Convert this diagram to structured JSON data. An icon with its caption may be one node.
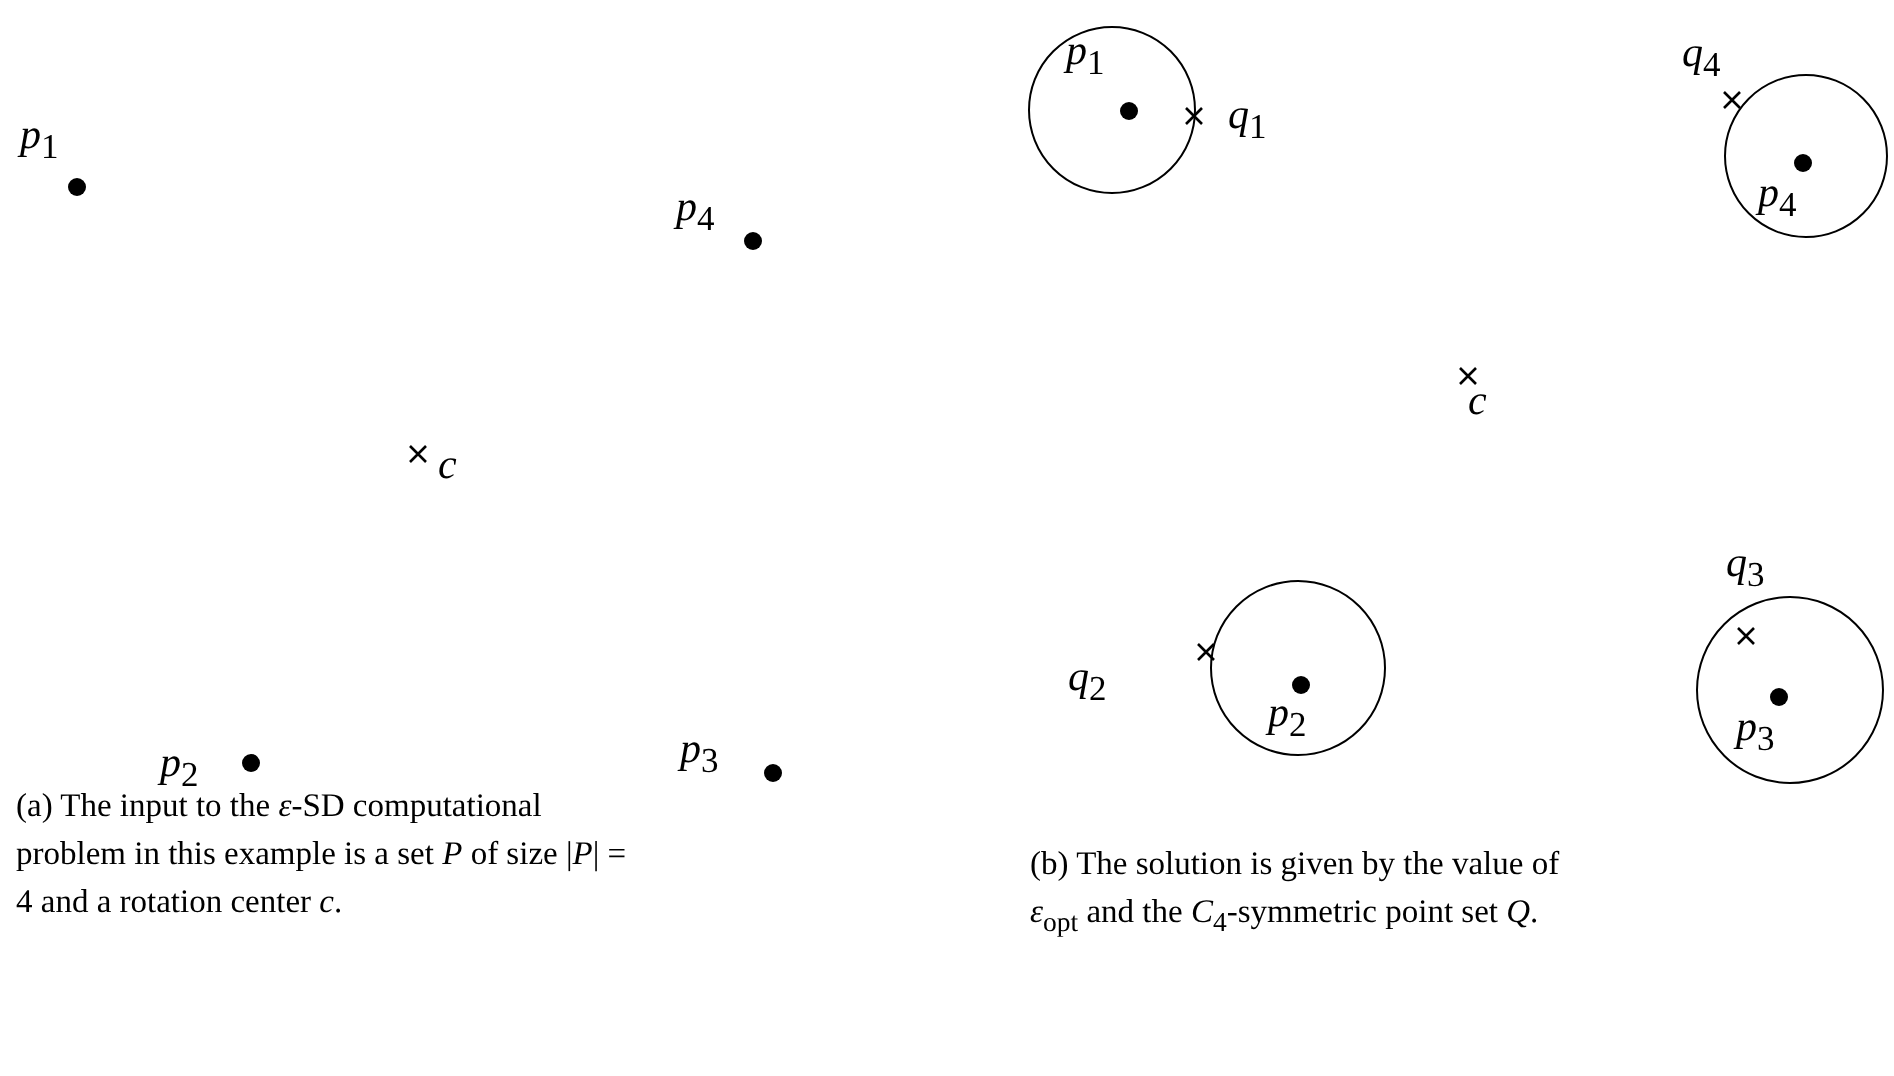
{
  "diagram": {
    "nodes": [
      {
        "text": [
          "*p*$_{1}$"
        ],
        "beside": [
          "*q*$_{1}$"
        ]
      },
      {
        "text": [
          "*p*$_{4}$"
        ],
        "beside": [
          "*q*$_{4}$"
        ]
      },
      {
        "text": [
          "*p*$_{2}$"
        ],
        "beside": [
          "*q*$_{2}$"
        ]
      },
      {
        "text": [
          "*p*$_{3}$"
        ],
        "beside": [
          "*q*$_{3}$"
        ]
      }
    ],
    "labels": [
      "*p*$_{1}$",
      "*p*$_{4}$",
      "*c*",
      "*p*$_{2}$",
      "*p*$_{3}$",
      "(a) The input to the *ε*-SD computational problem in this example is a set *P* of size |*P*| = 4 and a rotation center *c*.",
      "*c*",
      "(b) The solution is given by the value of *ε*$_{opt}$ and the *C*$_{4}$-symmetric point set *Q*."
    ]
  }
}
